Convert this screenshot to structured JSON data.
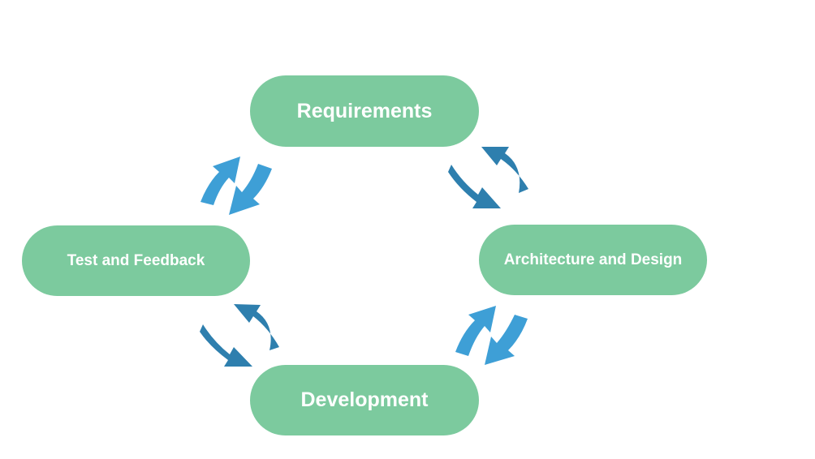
{
  "diagram": {
    "type": "cycle",
    "nodes": [
      {
        "id": "requirements",
        "label": "Requirements"
      },
      {
        "id": "architecture",
        "label": "Architecture and Design"
      },
      {
        "id": "development",
        "label": "Development"
      },
      {
        "id": "test",
        "label": "Test and Feedback"
      }
    ],
    "edges": [
      {
        "from": "requirements",
        "to": "architecture",
        "bidirectional": true
      },
      {
        "from": "architecture",
        "to": "development",
        "bidirectional": true
      },
      {
        "from": "development",
        "to": "test",
        "bidirectional": true
      },
      {
        "from": "test",
        "to": "requirements",
        "bidirectional": true
      }
    ]
  },
  "colors": {
    "node_fill": "#7CCA9E",
    "node_text": "#FFFFFF",
    "arrow_light": "#3E9FD6",
    "arrow_dark": "#2E7FAE",
    "background": "#FFFFFF"
  }
}
